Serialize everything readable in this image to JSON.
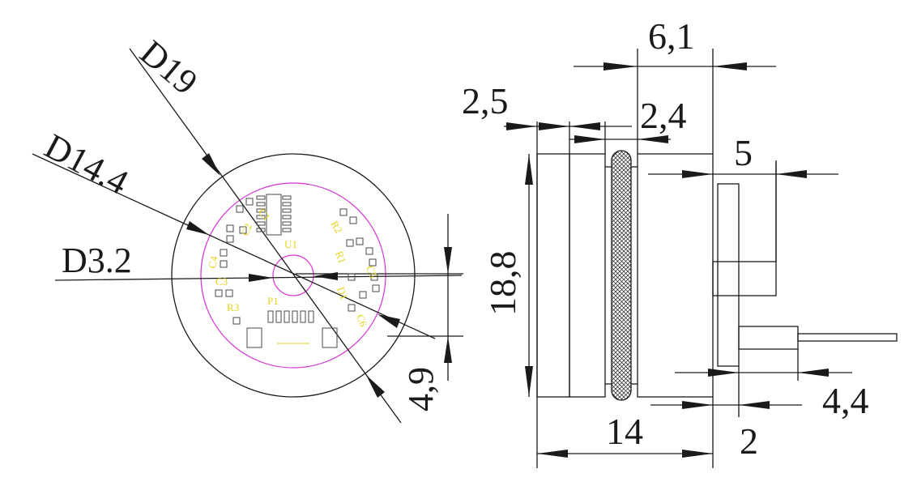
{
  "colors": {
    "line": "#1a1a1a",
    "trace": "#d633d6",
    "silk": "#e6d21c",
    "pad": "#4a4a4a"
  },
  "left_view": {
    "dims": {
      "d19": "D19",
      "d14_4": "D14.4",
      "d3_2": "D3.2",
      "d4_9": "4,9"
    },
    "pcb_labels": {
      "u1": "U1",
      "p1": "P1",
      "c2": "C2",
      "c3": "C3",
      "c4": "C4",
      "r1": "R1",
      "r2": "R2",
      "r3": "R3",
      "c1": "C1",
      "d1": "D1",
      "c5": "C5",
      "c6": "C6"
    }
  },
  "right_view": {
    "dims": {
      "d6_1": "6,1",
      "d2_5": "2,5",
      "d2_4": "2,4",
      "d5": "5",
      "d18_8": "18,8",
      "d14": "14",
      "d4_4": "4,4",
      "d2": "2"
    }
  }
}
